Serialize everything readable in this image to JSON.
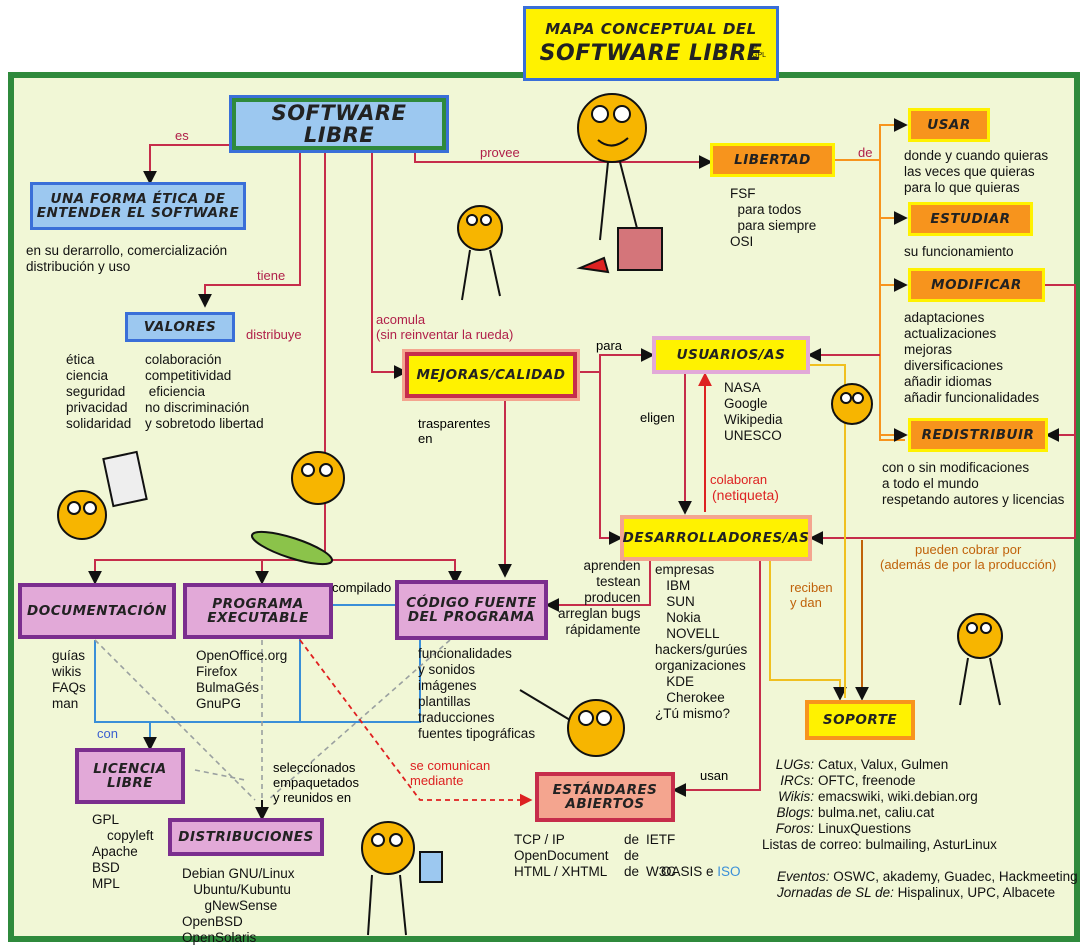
{
  "title": {
    "line1": "MAPA CONCEPTUAL DEL",
    "line2": "SOFTWARE LIBRE",
    "mark": "© GPL"
  },
  "nodes": {
    "software_libre": "SOFTWARE LIBRE",
    "forma_etica": "UNA FORMA ÉTICA DE\nENTENDER EL SOFTWARE",
    "valores": "VALORES",
    "libertad": "LIBERTAD",
    "usar": "USAR",
    "estudiar": "ESTUDIAR",
    "modificar": "MODIFICAR",
    "redistribuir": "REDISTRIBUIR",
    "mejoras": "MEJORAS/CALIDAD",
    "usuarios": "USUARIOS/AS",
    "desarrolladores": "DESARROLLADORES/AS",
    "documentacion": "DOCUMENTACIÓN",
    "programa": "PROGRAMA\nEXECUTABLE",
    "codigo": "CÓDIGO FUENTE\nDEL PROGRAMA",
    "licencia": "LICENCIA\nLIBRE",
    "distribuciones": "DISTRIBUCIONES",
    "estandares": "ESTÁNDARES\nABIERTOS",
    "soporte": "SOPORTE"
  },
  "edge_labels": {
    "es": "es",
    "provee": "provee",
    "tiene": "tiene",
    "distribuye": "distribuye",
    "acomula": "acomula\n(sin reinventar la rueda)",
    "de": "de",
    "para": "para",
    "eligen": "eligen",
    "colaboran": "colaboran",
    "netiqueta": "(netiqueta)",
    "trasparentes": "trasparentes\nen",
    "compilado": "compilado",
    "con": "con",
    "seleccionados": "seleccionados\nempaquetados\ny reunidos en",
    "se_comunican": "se comunican\nmediante",
    "usan": "usan",
    "reciben": "reciben\ny dan",
    "pueden_cobrar": "pueden cobrar por\n(además de por la producción)",
    "dev_actions": "aprenden\ntestean\nproducen\narreglan bugs\nrápidamente"
  },
  "texts": {
    "forma_etica_desc": "en su derarrollo, comercialización\ndistribución y uso",
    "valores_col1": "ética\nciencia\nseguridad\nprivacidad\nsolidaridad",
    "valores_col2": "colaboración\ncompetitividad\n eficiencia\nno discriminación\ny sobretodo libertad",
    "libertad_desc": "FSF\n  para todos\n  para siempre\nOSI",
    "usar_desc": "donde y cuando quieras\nlas veces que quieras\npara lo que quieras",
    "estudiar_desc": "su funcionamiento",
    "modificar_desc": "adaptaciones\nactualizaciones\nmejoras\ndiversificaciones\nañadir idiomas\nañadir funcionalidades",
    "redistribuir_desc": "con o sin modificaciones\na todo el mundo\nrespetando autores y licencias",
    "usuarios_desc": "NASA\nGoogle\nWikipedia\nUNESCO",
    "documentacion_desc": "guías\nwikis\nFAQs\nman",
    "programa_desc": "OpenOffice.org\nFirefox\nBulmaGés\nGnuPG",
    "codigo_desc": "funcionalidades\ny sonidos\nimágenes\nplantillas\ntraducciones\nfuentes tipográficas",
    "empresas": "empresas\n   IBM\n   SUN\n   Nokia\n   NOVELL\nhackers/gurúes\norganizaciones\n   KDE\n   Cherokee\n¿Tú mismo?",
    "licencia_desc": "GPL\n    copyleft\nApache\nBSD\nMPL",
    "distribuciones_desc": "Debian GNU/Linux\n   Ubuntu/Kubuntu\n      gNewSense\nOpenBSD\nOpenSolaris",
    "estandares_col1": "TCP / IP\nOpenDocument\nHTML / XHTML",
    "estandares_col2": "de\nde\nde",
    "estandares_col3a": "IETF",
    "estandares_col3b": "OASIS",
    "estandares_col3b_sep": " e ",
    "estandares_col3c": "ISO",
    "estandares_col3d": "W3C",
    "soporte_labels": "LUGs:\nIRCs:\nWikis:\nBlogs:\nForos:",
    "soporte_values": "Catux, Valux, Gulmen\nOFTC, freenode\nemacswiki, wiki.debian.org\nbulma.net, caliu.cat\nLinuxQuestions",
    "soporte_listas": "Listas de correo: bulmailing, AsturLinux",
    "soporte_eventos_k": "Eventos:",
    "soporte_eventos_v": " OSWC, akademy, Guadec, Hackmeeting",
    "soporte_jornadas_k": "Jornadas de SL de:",
    "soporte_jornadas_v": " Hispalinux, UPC, Albacete"
  },
  "colors": {
    "frame": "#2f8a3c",
    "background": "#f1f7d6",
    "yellow": "#fff200",
    "orange": "#f7941d",
    "purple": "#7b2e8e",
    "pink": "#e2a9d8",
    "blue": "#3a6fd8",
    "lightblue": "#9cc8f0",
    "salmon": "#f4a58f",
    "red_line": "#c62d4b",
    "blue_line": "#3a8fd8",
    "dashed": "#9aa0a0",
    "red_dash": "#e02020"
  }
}
